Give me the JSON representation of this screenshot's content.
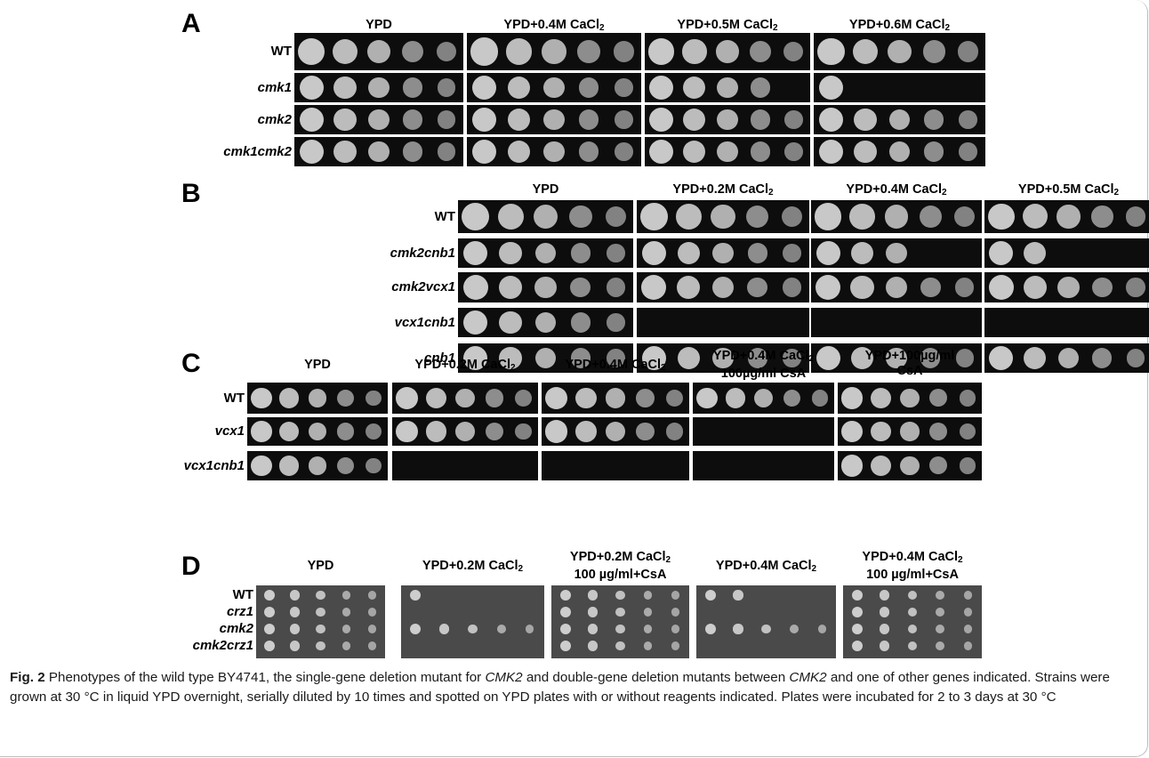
{
  "panels": [
    {
      "label": "A",
      "columns": [
        "YPD",
        "YPD+0.4M CaCl₂",
        "YPD+0.5M CaCl₂",
        "YPD+0.6M CaCl₂"
      ],
      "rows": [
        "WT",
        "cmk1",
        "cmk2",
        "cmk1cmk2"
      ]
    },
    {
      "label": "B",
      "columns": [
        "YPD",
        "YPD+0.2M CaCl₂",
        "YPD+0.4M CaCl₂",
        "YPD+0.5M CaCl₂"
      ],
      "rows": [
        "WT",
        "cmk2cnb1",
        "cmk2vcx1",
        "vcx1cnb1",
        "cnb1"
      ]
    },
    {
      "label": "C",
      "columns": [
        "YPD",
        "YPD+0.2M CaCl₂",
        "YPD+0.4M CaCl₂",
        "YPD+0.4M CaCl₂\n100µg/ml CsA",
        "YPD+100µg/ml\nCsA"
      ],
      "rows": [
        "WT",
        "vcx1",
        "vcx1cnb1"
      ]
    },
    {
      "label": "D",
      "columns": [
        "YPD",
        "YPD+0.2M CaCl₂",
        "YPD+0.2M CaCl₂\n100 µg/ml+CsA",
        "YPD+0.4M CaCl₂",
        "YPD+0.4M CaCl₂\n100 µg/ml+CsA"
      ],
      "rows": [
        "WT",
        "crz1",
        "cmk2",
        "cmk2crz1"
      ]
    }
  ],
  "caption": {
    "fig_label": "Fig. 2",
    "part1": " Phenotypes of the wild type BY4741, the single-gene deletion mutant for ",
    "gene1": "CMK2",
    "part2": " and double-gene deletion mutants between ",
    "gene2": "CMK2",
    "part3": " and one of other genes indicated. Strains were grown at 30 °C in liquid YPD overnight, serially diluted by 10 times and spotted on YPD plates with or without reagents indicated. Plates were incubated for 2 to 3 days at 30 °C"
  },
  "growth": {
    "A": [
      [
        5,
        5,
        5,
        5
      ],
      [
        5,
        5,
        4,
        1
      ],
      [
        5,
        5,
        5,
        5
      ],
      [
        5,
        5,
        5,
        5
      ]
    ],
    "B": [
      [
        5,
        5,
        5,
        5
      ],
      [
        5,
        5,
        3,
        2
      ],
      [
        5,
        5,
        5,
        5
      ],
      [
        5,
        0,
        0,
        0
      ],
      [
        5,
        5,
        5,
        5
      ]
    ],
    "C": [
      [
        5,
        5,
        5,
        5,
        5
      ],
      [
        5,
        5,
        5,
        0,
        5
      ],
      [
        5,
        0,
        0,
        0,
        5
      ]
    ],
    "D": [
      [
        5,
        1,
        5,
        2,
        5
      ],
      [
        5,
        0,
        5,
        0,
        5
      ],
      [
        5,
        5,
        5,
        5,
        5
      ],
      [
        5,
        0,
        5,
        0,
        5
      ]
    ]
  }
}
